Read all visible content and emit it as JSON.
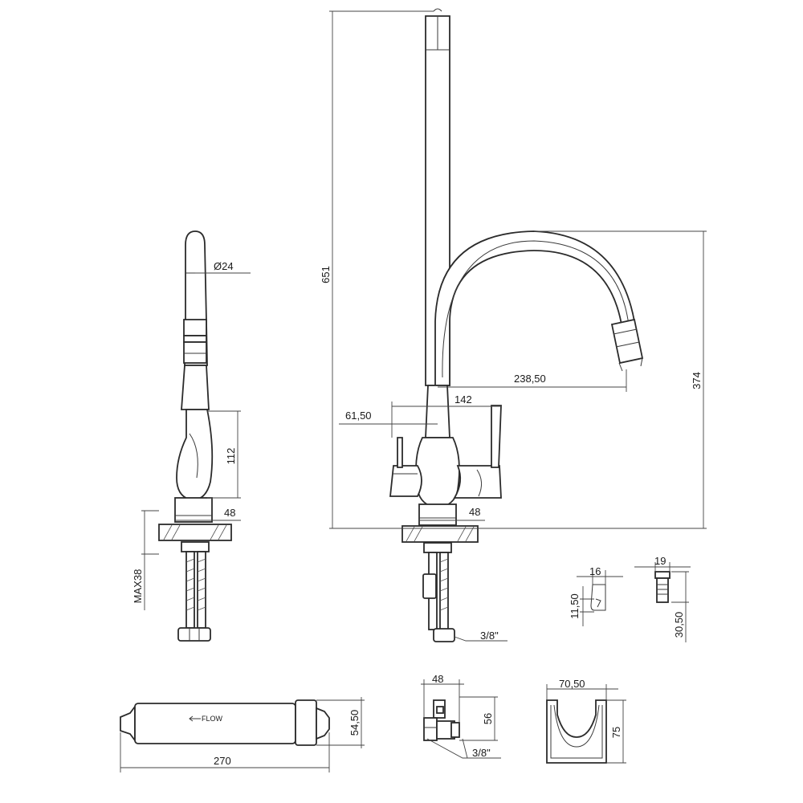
{
  "dimensions": {
    "d24": "Ø24",
    "h112": "112",
    "w48_side": "48",
    "max38": "MAX38",
    "h651": "651",
    "h374": "374",
    "reach238": "238,50",
    "w142": "142",
    "off61": "61,50",
    "w48_front": "48",
    "thread_front": "3/8\"",
    "w16": "16",
    "h11": "11,50",
    "w19": "19",
    "h30": "30,50",
    "len270": "270",
    "dia54": "54,50",
    "w48_valve": "48",
    "h56": "56",
    "thread_valve": "3/8\"",
    "w70": "70,50",
    "h75": "75"
  },
  "labels": {
    "flow": "FLOW"
  }
}
